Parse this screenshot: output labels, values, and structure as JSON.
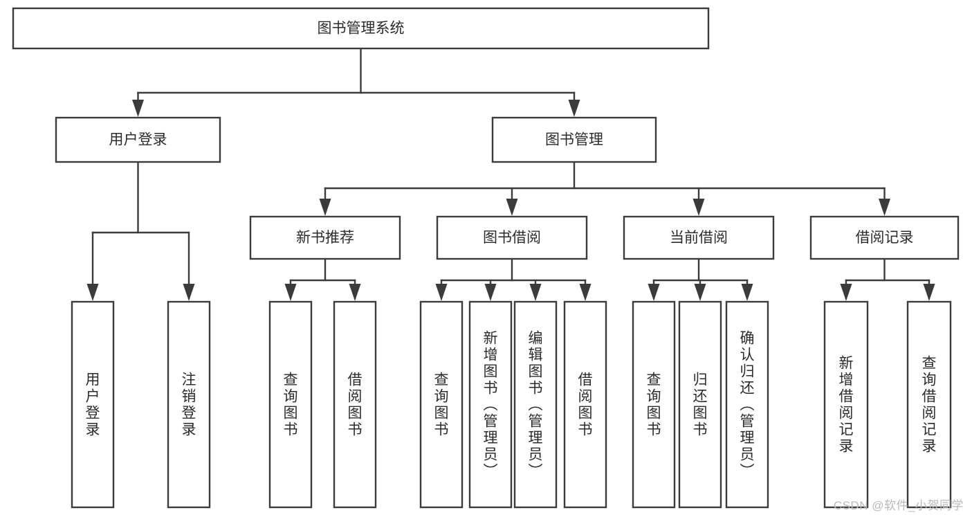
{
  "diagram": {
    "type": "tree",
    "title": "图书管理系统",
    "orientation": "top-down",
    "colors": {
      "stroke": "#3b3b3b",
      "fill": "#ffffff",
      "text": "#2b2b2b",
      "background": "#ffffff",
      "watermark": "#b9b9b9"
    },
    "root": {
      "id": "root",
      "label": "图书管理系统",
      "text_direction": "horizontal"
    },
    "level1": [
      {
        "id": "user-login",
        "label": "用户登录",
        "text_direction": "horizontal"
      },
      {
        "id": "book-manage",
        "label": "图书管理",
        "text_direction": "horizontal"
      }
    ],
    "level2": [
      {
        "id": "new-book-recommend",
        "label": "新书推荐",
        "parent": "book-manage",
        "text_direction": "horizontal"
      },
      {
        "id": "book-borrow",
        "label": "图书借阅",
        "parent": "book-manage",
        "text_direction": "horizontal"
      },
      {
        "id": "current-borrow",
        "label": "当前借阅",
        "parent": "book-manage",
        "text_direction": "horizontal"
      },
      {
        "id": "borrow-record",
        "label": "借阅记录",
        "parent": "book-manage",
        "text_direction": "horizontal"
      }
    ],
    "leaves": [
      {
        "id": "leaf-user-login",
        "label": "用户登录",
        "parent": "user-login",
        "text_direction": "vertical"
      },
      {
        "id": "leaf-logout",
        "label": "注销登录",
        "parent": "user-login",
        "text_direction": "vertical"
      },
      {
        "id": "leaf-query-book-1",
        "label": "查询图书",
        "parent": "new-book-recommend",
        "text_direction": "vertical"
      },
      {
        "id": "leaf-borrow-book-1",
        "label": "借阅图书",
        "parent": "new-book-recommend",
        "text_direction": "vertical"
      },
      {
        "id": "leaf-query-book-2",
        "label": "查询图书",
        "parent": "book-borrow",
        "text_direction": "vertical"
      },
      {
        "id": "leaf-add-book",
        "label": "新增图书（管理员）",
        "parent": "book-borrow",
        "text_direction": "vertical"
      },
      {
        "id": "leaf-edit-book",
        "label": "编辑图书（管理员）",
        "parent": "book-borrow",
        "text_direction": "vertical"
      },
      {
        "id": "leaf-borrow-book-2",
        "label": "借阅图书",
        "parent": "book-borrow",
        "text_direction": "vertical"
      },
      {
        "id": "leaf-query-book-3",
        "label": "查询图书",
        "parent": "current-borrow",
        "text_direction": "vertical"
      },
      {
        "id": "leaf-return-book",
        "label": "归还图书",
        "parent": "current-borrow",
        "text_direction": "vertical"
      },
      {
        "id": "leaf-confirm-return",
        "label": "确认归还（管理员）",
        "parent": "current-borrow",
        "text_direction": "vertical"
      },
      {
        "id": "leaf-add-record",
        "label": "新增借阅记录",
        "parent": "borrow-record",
        "text_direction": "vertical"
      },
      {
        "id": "leaf-query-record",
        "label": "查询借阅记录",
        "parent": "borrow-record",
        "text_direction": "vertical"
      }
    ]
  },
  "watermark": {
    "label": "CSDN @软件_小贺同学"
  }
}
